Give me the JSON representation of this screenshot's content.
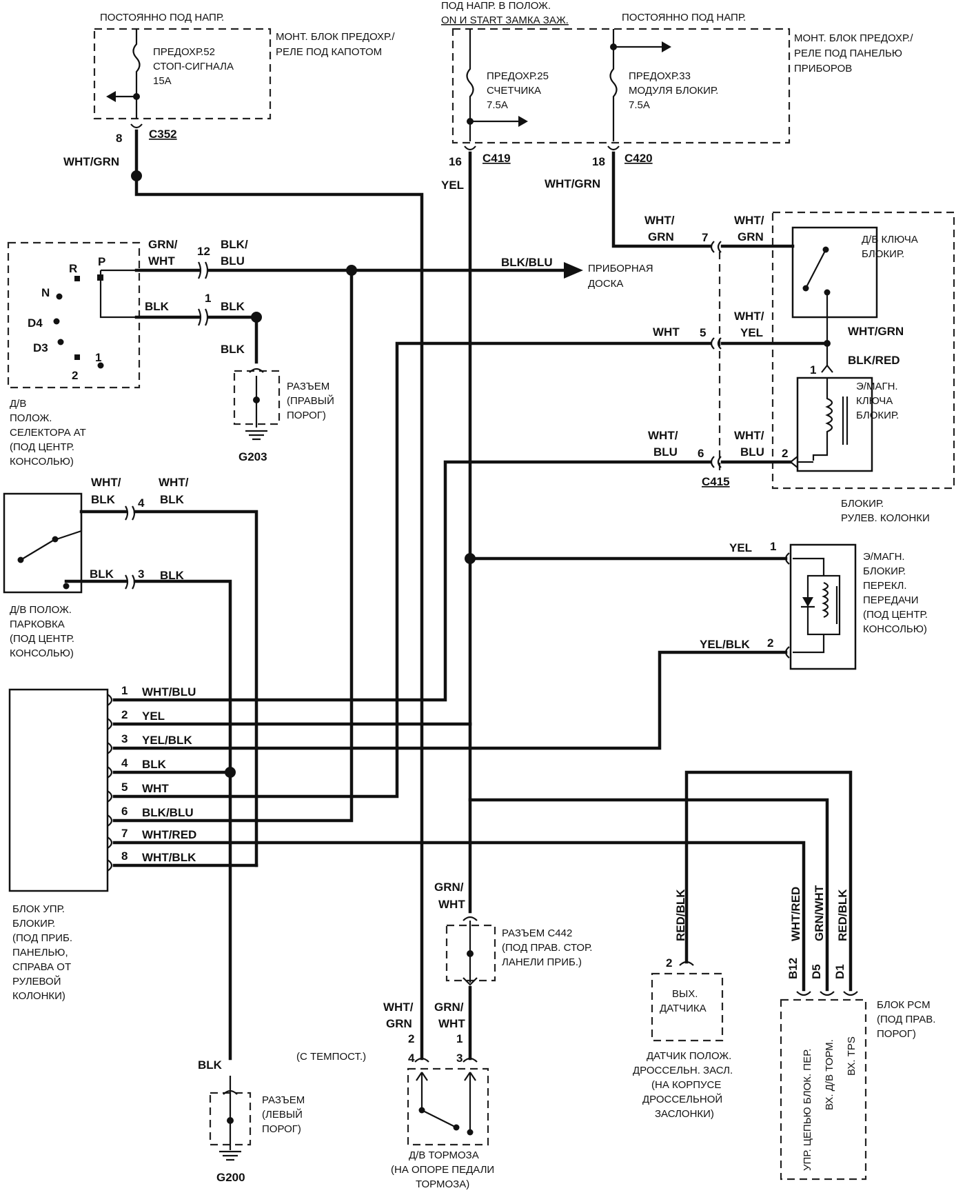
{
  "power": {
    "always_hot_left": "ПОСТОЯННО ПОД НАПР.",
    "ign_on_start_1": "ПОД НАПР. В ПОЛОЖ.",
    "ign_on_start_2": "ON И START ЗАМКА ЗАЖ.",
    "always_hot_right": "ПОСТОЯННО ПОД НАПР."
  },
  "fusebox_hood": {
    "title_1": "МОНТ. БЛОК ПРЕДОХР./",
    "title_2": "РЕЛЕ ПОД КАПОТОМ",
    "fuse_1": "ПРЕДОХР.52",
    "fuse_2": "СТОП-СИГНАЛА",
    "fuse_3": "15A",
    "pin": "8",
    "connector": "C352",
    "wire": "WHT/GRN"
  },
  "fusebox_dash": {
    "title_1": "МОНТ. БЛОК ПРЕДОХР./",
    "title_2": "РЕЛЕ ПОД ПАНЕЛЬЮ",
    "title_3": "ПРИБОРОВ",
    "fuse25_1": "ПРЕДОХР.25",
    "fuse25_2": "СЧЕТЧИКА",
    "fuse25_3": "7.5A",
    "fuse33_1": "ПРЕДОХР.33",
    "fuse33_2": "МОДУЛЯ БЛОКИР.",
    "fuse33_3": "7.5A",
    "pin16": "16",
    "conn16": "C419",
    "wire16": "YEL",
    "pin18": "18",
    "conn18": "C420",
    "wire18": "WHT/GRN"
  },
  "selector_switch": {
    "pos_r": "R",
    "pos_p": "P",
    "pos_n": "N",
    "pos_d4": "D4",
    "pos_d3": "D3",
    "pos_1": "1",
    "pos_2": "2",
    "label": [
      "Д/В",
      "ПОЛОЖ.",
      "СЕЛЕКТОРА АТ",
      "(ПОД ЦЕНТР.",
      "КОНСОЛЬЮ)"
    ],
    "wire12_a_1": "GRN/",
    "wire12_a_2": "WHT",
    "pin12": "12",
    "wire12_b_1": "BLK/",
    "wire12_b_2": "BLU",
    "wire_blk_left": "BLK",
    "pin1": "1",
    "wire_blk_right": "BLK",
    "wire_blk_down": "BLK",
    "bus_label": "BLK/BLU",
    "dash_label_1": "ПРИБОРНАЯ",
    "dash_label_2": "ДОСКА"
  },
  "ground_g203": {
    "conn_1": "РАЗЪЕМ",
    "conn_2": "(ПРАВЫЙ",
    "conn_3": "ПОРОГ)",
    "id": "G203"
  },
  "steering_lock": {
    "pin7": "7",
    "pin5": "5",
    "pin6": "6",
    "wire7_l_1": "WHT/",
    "wire7_l_2": "GRN",
    "wire7_r_1": "WHT/",
    "wire7_r_2": "GRN",
    "wire5_l": "WHT",
    "wire5_r_1": "WHT/",
    "wire5_r_2": "YEL",
    "wire6_l_1": "WHT/",
    "wire6_l_2": "BLU",
    "wire6_r_1": "WHT/",
    "wire6_r_2": "BLU",
    "connector": "C415",
    "key_switch_1": "Д/В КЛЮЧА",
    "key_switch_2": "БЛОКИР.",
    "wire_wht_grn": "WHT/GRN",
    "wire_blk_red": "BLK/RED",
    "sol_pin1": "1",
    "sol_pin2": "2",
    "sol_1": "Э/МАГН.",
    "sol_2": "КЛЮЧА",
    "sol_3": "БЛОКИР.",
    "label_1": "БЛОКИР.",
    "label_2": "РУЛЕВ. КОЛОНКИ"
  },
  "shift_lock": {
    "wire1": "YEL",
    "pin1": "1",
    "wire2": "YEL/BLK",
    "pin2": "2",
    "label": [
      "Э/МАГН.",
      "БЛОКИР.",
      "ПЕРЕКЛ.",
      "ПЕРЕДАЧИ",
      "(ПОД ЦЕНТР.",
      "КОНСОЛЬЮ)"
    ]
  },
  "park_switch": {
    "wire4_l_1": "WHT/",
    "wire4_l_2": "BLK",
    "pin4": "4",
    "wire4_r_1": "WHT/",
    "wire4_r_2": "BLK",
    "wire3_l": "BLK",
    "pin3": "3",
    "wire3_r": "BLK",
    "label": [
      "Д/В ПОЛОЖ.",
      "ПАРКОВКА",
      "(ПОД ЦЕНТР.",
      "КОНСОЛЬЮ)"
    ]
  },
  "control_unit": {
    "pins": [
      {
        "num": "1",
        "wire": "WHT/BLU"
      },
      {
        "num": "2",
        "wire": "YEL"
      },
      {
        "num": "3",
        "wire": "YEL/BLK"
      },
      {
        "num": "4",
        "wire": "BLK"
      },
      {
        "num": "5",
        "wire": "WHT"
      },
      {
        "num": "6",
        "wire": "BLK/BLU"
      },
      {
        "num": "7",
        "wire": "WHT/RED"
      },
      {
        "num": "8",
        "wire": "WHT/BLK"
      }
    ],
    "label": [
      "БЛОК УПР.",
      "БЛОКИР.",
      "(ПОД ПРИБ.",
      "ПАНЕЛЬЮ,",
      "СПРАВА ОТ",
      "РУЛЕВОЙ",
      "КОЛОНКИ)"
    ]
  },
  "ground_g200": {
    "wire": "BLK",
    "conn_1": "РАЗЪЕМ",
    "conn_2": "(ЛЕВЫЙ",
    "conn_3": "ПОРОГ)",
    "id": "G200"
  },
  "connector_c442": {
    "top_wire_1": "GRN/",
    "top_wire_2": "WHT",
    "label_1": "РАЗЪЕМ C442",
    "label_2": "(ПОД ПРАВ. СТОР.",
    "label_3": "ЛАНЕЛИ ПРИБ.)",
    "bot_wire_1": "GRN/",
    "bot_wire_2": "WHT"
  },
  "brake_switch": {
    "wire_l_1": "WHT/",
    "wire_l_2": "GRN",
    "pin_l_top": "2",
    "pin_l": "4",
    "pin_r_top": "1",
    "pin_r": "3",
    "cruise": "(С ТЕМПОСТ.)",
    "label_1": "Д/В ТОРМОЗА",
    "label_2": "(НА ОПОРЕ ПЕДАЛИ",
    "label_3": "ТОРМОЗА)"
  },
  "tps": {
    "wire": "RED/BLK",
    "pin": "2",
    "box_1": "ВЫХ.",
    "box_2": "ДАТЧИКА",
    "label": [
      "ДАТЧИК ПОЛОЖ.",
      "ДРОССЕЛЬН. ЗАСЛ.",
      "(НА КОРПУСЕ",
      "ДРОССЕЛЬНОЙ",
      "ЗАСЛОНКИ)"
    ]
  },
  "pcm": {
    "wire_b12": "WHT/RED",
    "wire_d5": "GRN/WHT",
    "wire_d1": "RED/BLK",
    "pin_b12": "B12",
    "pin_d5": "D5",
    "pin_d1": "D1",
    "in_1": "УПР. ЦЕПЬЮ БЛОК. ПЕР.",
    "in_2": "ВХ. Д/В ТОРМ.",
    "in_3": "ВХ. TPS",
    "label_1": "БЛОК PCM",
    "label_2": "(ПОД ПРАВ.",
    "label_3": "ПОРОГ)"
  }
}
